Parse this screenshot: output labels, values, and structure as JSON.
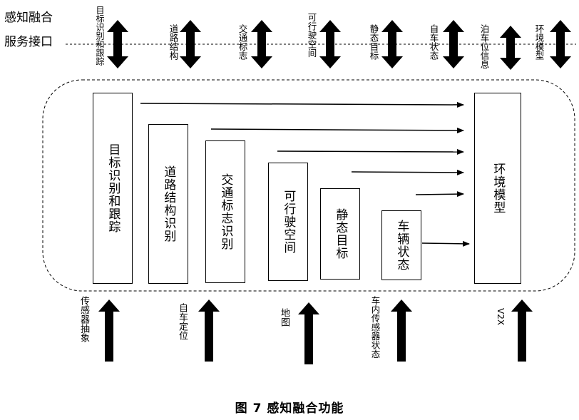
{
  "interface": {
    "line1": "感知融合",
    "line2": "服务接口"
  },
  "interface_items": [
    "目标识别和跟踪",
    "道路结构",
    "交通标志",
    "可行驶空间",
    "静态目标",
    "自车状态",
    "泊车位信息",
    "环境模型"
  ],
  "modules": [
    "目标识别和跟踪",
    "道路结构识别",
    "交通标志识别",
    "可行驶空间",
    "静态目标",
    "车辆状态"
  ],
  "output_module": "环境模型",
  "inputs": [
    "传感器抽象",
    "自车定位",
    "地图",
    "车内传感器状态",
    "V2X"
  ],
  "caption": "图 7 感知融合功能"
}
